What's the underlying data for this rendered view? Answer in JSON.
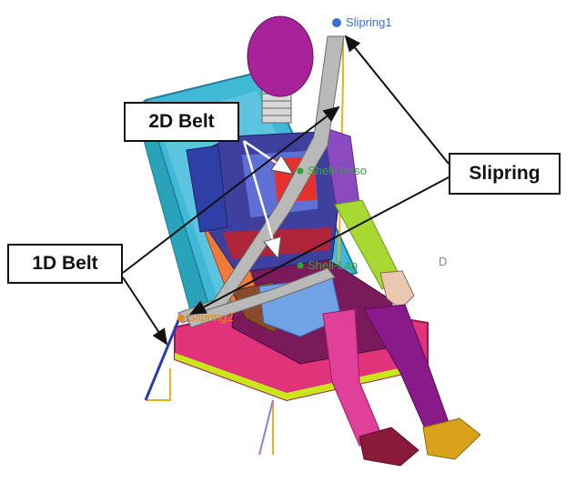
{
  "callouts": {
    "belt_2d": "2D Belt",
    "slipring": "Slipring",
    "belt_1d": "1D Belt"
  },
  "tags": {
    "slipring1": "Slipring1",
    "slipring2": "Slipring2",
    "torso": "Shell-Torso",
    "lap": "Shell-Lap",
    "marker": "D"
  },
  "colors": {
    "head": "#a8229a",
    "torso": "#3f3f9f",
    "belt": "#b9b9b9",
    "seat_back": "#3fb9d6",
    "seat_cushion": "#e0337a",
    "pelvis": "#7a1a5a",
    "leg": "#e0409a",
    "foot_right": "#d9a21a",
    "annotation_line": "#111111",
    "tag_blue": "#3a6fd8",
    "tag_green": "#2ca832",
    "tag_orange": "#e8871e"
  }
}
